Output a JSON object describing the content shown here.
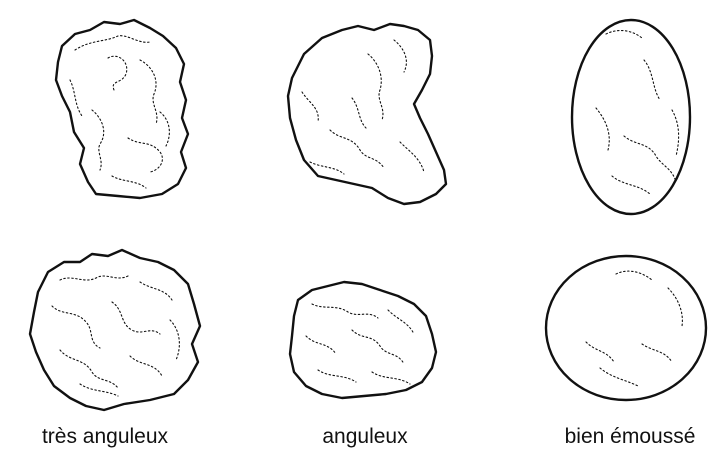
{
  "figure": {
    "columns": [
      {
        "label": "très anguleux",
        "grains": [
          "very-angular-grain",
          "very-angular-grain"
        ]
      },
      {
        "label": "anguleux",
        "grains": [
          "angular-grain",
          "angular-grain"
        ]
      },
      {
        "label": "bien émoussé",
        "grains": [
          "well-rounded-grain",
          "well-rounded-grain"
        ]
      }
    ]
  },
  "colors": {
    "ink": "#111111",
    "background": "#ffffff"
  }
}
